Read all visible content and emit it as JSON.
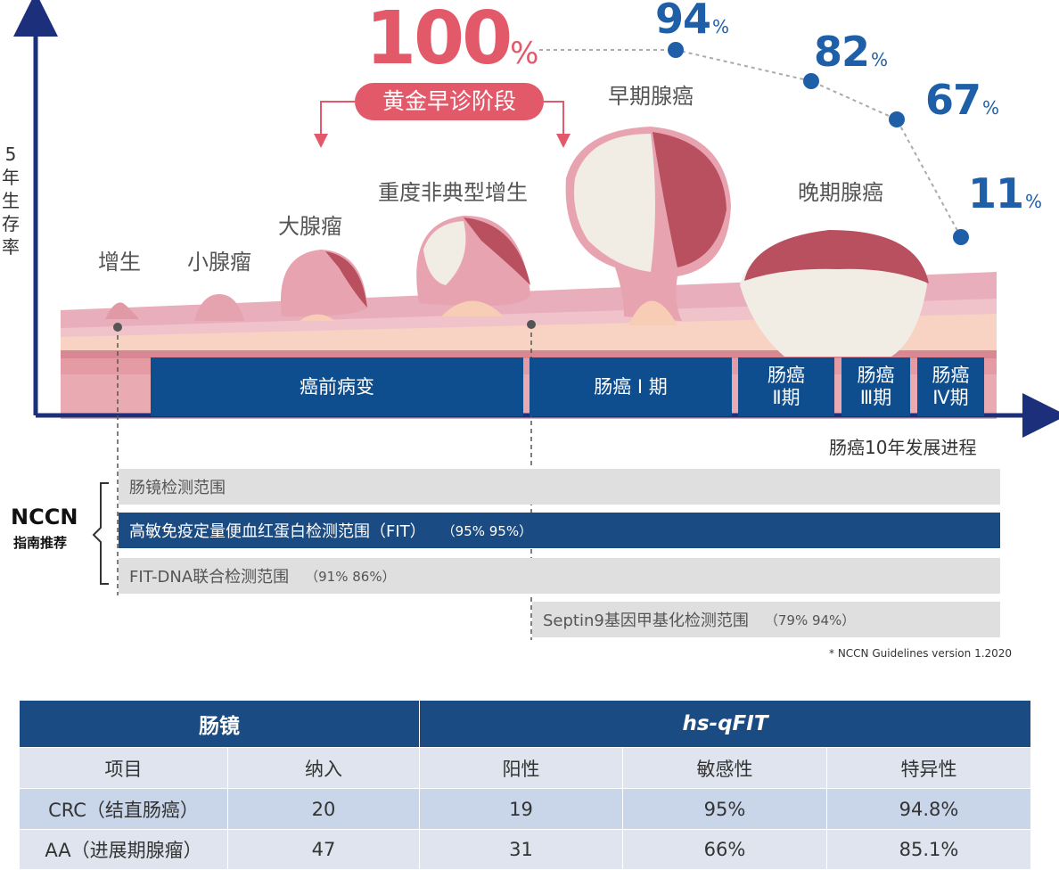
{
  "axis": {
    "y_label_chars": [
      "5",
      "年",
      "生",
      "存",
      "率"
    ],
    "x_label": "肠癌10年发展进程"
  },
  "highlight": {
    "pct_value": "100",
    "pct_unit": "%",
    "badge": "黄金早诊阶段"
  },
  "survival": [
    {
      "value": "94",
      "unit": "%"
    },
    {
      "value": "82",
      "unit": "%"
    },
    {
      "value": "67",
      "unit": "%"
    },
    {
      "value": "11",
      "unit": "%"
    }
  ],
  "stages": [
    "增生",
    "小腺瘤",
    "大腺瘤",
    "重度非典型增生",
    "早期腺癌",
    "晚期腺癌"
  ],
  "phases": [
    {
      "label": "癌前病变"
    },
    {
      "label": "肠癌 Ⅰ 期"
    },
    {
      "label": "肠癌\nⅡ期"
    },
    {
      "label": "肠癌\nⅢ期"
    },
    {
      "label": "肠癌\nⅣ期"
    }
  ],
  "nccn": {
    "title": "NCCN",
    "subtitle": "指南推荐"
  },
  "ranges": [
    {
      "label": "肠镜检测范围",
      "extra": ""
    },
    {
      "label": "高敏免疫定量便血红蛋白检测范围（FIT）",
      "extra": "（95% 95%）"
    },
    {
      "label": "FIT-DNA联合检测范围",
      "extra": "（91% 86%）"
    },
    {
      "label": "Septin9基因甲基化检测范围",
      "extra": "（79% 94%）"
    }
  ],
  "footnote": "* NCCN Guidelines version 1.2020",
  "table": {
    "group_headers": [
      "肠镜",
      "hs-qFIT"
    ],
    "columns": [
      "项目",
      "纳入",
      "阳性",
      "敏感性",
      "特异性"
    ],
    "rows": [
      [
        "CRC（结直肠癌）",
        "20",
        "19",
        "95%",
        "94.8%"
      ],
      [
        "AA（进展期腺瘤）",
        "47",
        "31",
        "66%",
        "85.1%"
      ]
    ]
  },
  "colors": {
    "axis": "#1b2f7a",
    "highlight": "#e25a6a",
    "survival": "#1f5fa8",
    "phase_box": "#0e4e8f",
    "range_dark": "#1a4b82",
    "range_light": "#dfdfdf"
  }
}
